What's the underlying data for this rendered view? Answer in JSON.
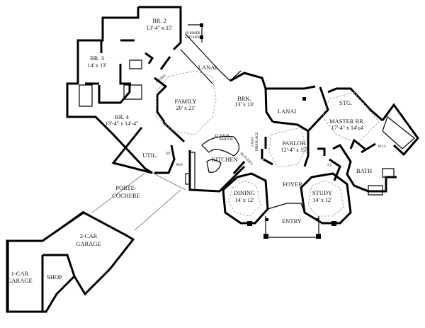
{
  "rooms": {
    "br2": {
      "name": "BR. 2",
      "size": "13'-4\" x 15'"
    },
    "summer_kitchen": {
      "line1": "SUMMER",
      "line2": "KITCHEN"
    },
    "br3": {
      "name": "BR. 3",
      "size": "14' x 13'"
    },
    "lanai_left": {
      "name": "LANAI"
    },
    "media": {
      "name": "MEDIA"
    },
    "family": {
      "name": "FAMILY",
      "size": "20' x 21'"
    },
    "brk": {
      "name": "BRK.",
      "size": "13' x 13'"
    },
    "lanai_right": {
      "name": "LANAI"
    },
    "stg": {
      "name": "STG."
    },
    "master": {
      "name": "MASTER BR.",
      "size": "17'-4\" x 14'x4"
    },
    "br4": {
      "name": "BR. 4",
      "size": "13'-4\" x 14'-4\""
    },
    "bartop": {
      "line1": "42\" HIGH",
      "line2": "BARTOP"
    },
    "util": {
      "name": "UTIL."
    },
    "up": {
      "name": "UP"
    },
    "pan": {
      "name": "PAN"
    },
    "kitchen": {
      "name": "KITCHEN"
    },
    "butlers": {
      "name": "BUTLER'S"
    },
    "fireplace": {
      "line1": "2-WAY",
      "line2": "FIREPLACE"
    },
    "parlor": {
      "name": "PARLOR",
      "size": "12'-4\" x 15'"
    },
    "wic": {
      "name": "W.I.C."
    },
    "half_bath": {
      "name": "1/2"
    },
    "bath": {
      "name": "BATH"
    },
    "porte": {
      "line1": "PORTE-",
      "line2": "COCHERE"
    },
    "foyer": {
      "name": "FOYER"
    },
    "dining": {
      "name": "DINING",
      "size": "14' x 12'"
    },
    "study": {
      "name": "STUDY",
      "size": "14' x 12'"
    },
    "entry": {
      "name": "ENTRY"
    },
    "garage2": {
      "line1": "2-CAR",
      "line2": "GARAGE"
    },
    "garage1": {
      "line1": "1-CAR",
      "line2": "GARAGE"
    },
    "shop": {
      "name": "SHOP"
    }
  }
}
